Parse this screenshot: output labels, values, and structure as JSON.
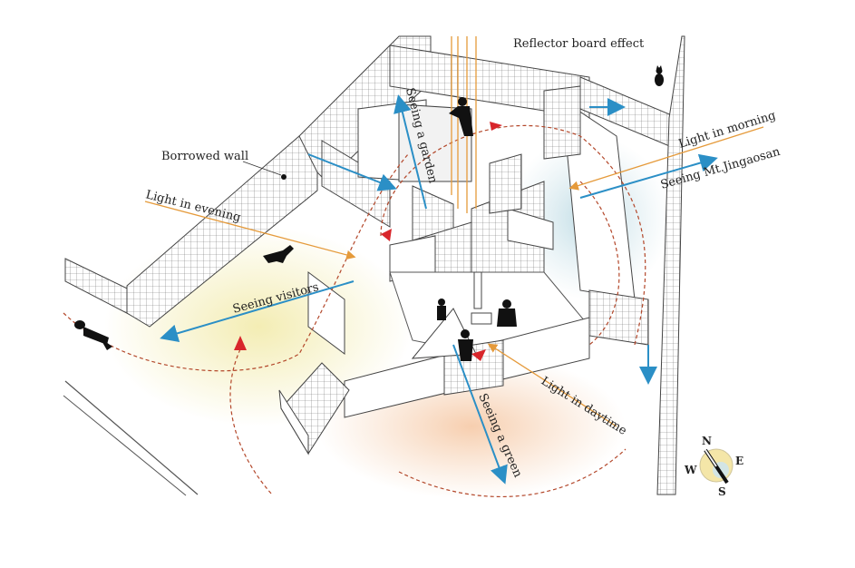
{
  "labels": {
    "reflector": "Reflector board effect",
    "borrowed_wall": "Borrowed wall",
    "light_evening": "Light in evening",
    "seeing_garden": "Seeing a garden",
    "light_morning": "Light in morning",
    "seeing_mountain": "Seeing Mt.Jingaosan",
    "seeing_visitors": "Seeing visitors",
    "light_daytime": "Light in daytime",
    "seeing_green": "Seeing a green"
  },
  "compass": {
    "north": "N",
    "south": "S",
    "east": "E",
    "west": "W"
  },
  "colors": {
    "sight_arrow": "#2b8fc6",
    "light_arrow": "#e59a3a",
    "path_dash": "#b3472a",
    "path_arrowhead": "#d8262b",
    "glow_yellow": "#f3ecb0",
    "glow_orange": "#f6d2b4",
    "glow_blue": "#cfe4ea"
  },
  "icons": [
    "human-figure-icon",
    "cat-silhouette-icon",
    "dog-silhouette-icon",
    "compass-icon"
  ]
}
